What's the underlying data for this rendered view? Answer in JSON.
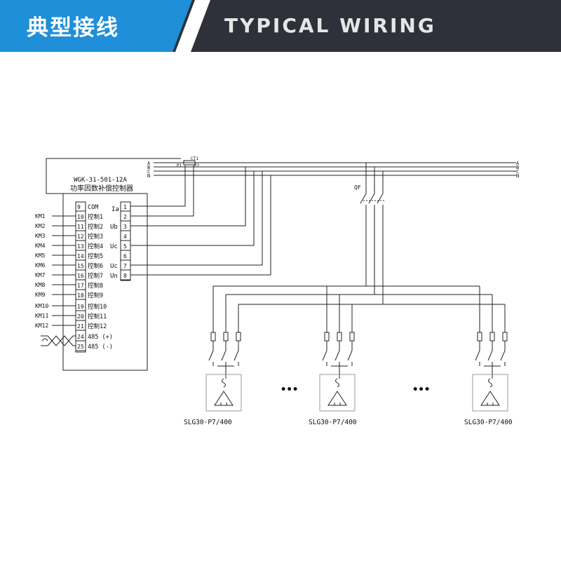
{
  "header": {
    "title_zh": "典型接线",
    "title_en": "TYPICAL WIRING",
    "colors": {
      "blue": "#1e8fd8",
      "dark": "#2e3139",
      "stripe": "#ffffff"
    }
  },
  "controller": {
    "model": "WGK-31-501-12A",
    "name": "功率因数补偿控制器",
    "left_terminals": [
      "9",
      "10",
      "11",
      "12",
      "13",
      "14",
      "15",
      "16",
      "17",
      "18",
      "19",
      "20",
      "21",
      "24",
      "25"
    ],
    "left_labels": [
      "COM",
      "控制1",
      "控制2",
      "控制3",
      "控制4",
      "控制5",
      "控制6",
      "控制7",
      "控制8",
      "控制9",
      "控制10",
      "控制11",
      "控制12",
      "485 (+)",
      "485 (-)"
    ],
    "km_labels": [
      "KM1",
      "KM2",
      "KM3",
      "KM4",
      "KM5",
      "KM6",
      "KM7",
      "KM8",
      "KM9",
      "KM10",
      "KM11",
      "KM12"
    ],
    "right_terminals": [
      "1",
      "2",
      "3",
      "4",
      "5",
      "6",
      "7",
      "8"
    ],
    "right_labels": [
      "Ia",
      "Ub",
      "Uc",
      "Uc",
      "Un"
    ]
  },
  "bus": {
    "left_phases": [
      "A",
      "B",
      "C",
      "N"
    ],
    "right_phases": [
      "A",
      "B",
      "C",
      "N"
    ],
    "ct_labels": [
      "P1",
      "CT1",
      "P2"
    ],
    "breaker_label": "QF"
  },
  "capacitors": {
    "model_labels": [
      "SLG30-P7/400",
      "SLG30-P7/400",
      "SLG30-P7/400"
    ],
    "ellipsis": [
      "•••",
      "•••"
    ]
  }
}
